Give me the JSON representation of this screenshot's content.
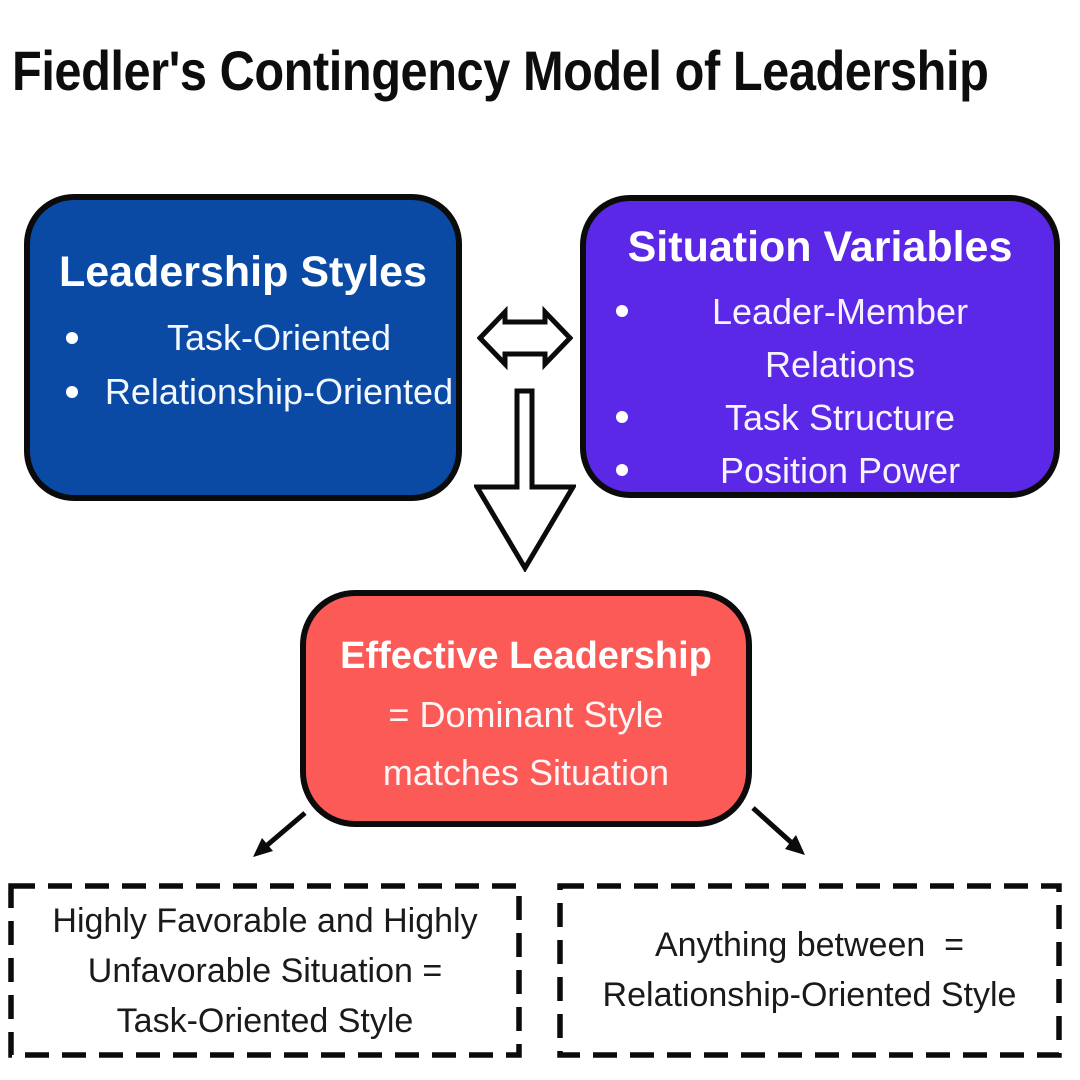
{
  "title": "Fiedler's Contingency Model of Leadership",
  "colors": {
    "leadership_box": "#0a4aa5",
    "situation_box": "#5a28e6",
    "effective_box": "#fc5a57",
    "outline": "#0b0b0b",
    "text_on_color": "#ffffff",
    "text_dark": "#1a1a1a"
  },
  "leadership_styles": {
    "heading": "Leadership Styles",
    "items": [
      "Task-Oriented",
      "Relationship-Oriented"
    ]
  },
  "situation_variables": {
    "heading": "Situation Variables",
    "items": [
      "Leader-Member Relations",
      "Task Structure",
      "Position Power"
    ]
  },
  "effective_leadership": {
    "heading": "Effective Leadership",
    "lines": [
      "= Dominant Style",
      "matches Situation"
    ]
  },
  "outcomes": {
    "left": {
      "lines": [
        "Highly Favorable and Highly",
        "Unfavorable Situation =",
        "Task-Oriented Style"
      ]
    },
    "right": {
      "lines": [
        "Anything between  =",
        "Relationship-Oriented Style"
      ]
    }
  },
  "icons": {
    "between_boxes": "double-headed-arrow",
    "to_effective": "down-block-arrow",
    "to_outcome_left": "diagonal-arrow-down-left",
    "to_outcome_right": "diagonal-arrow-down-right"
  }
}
